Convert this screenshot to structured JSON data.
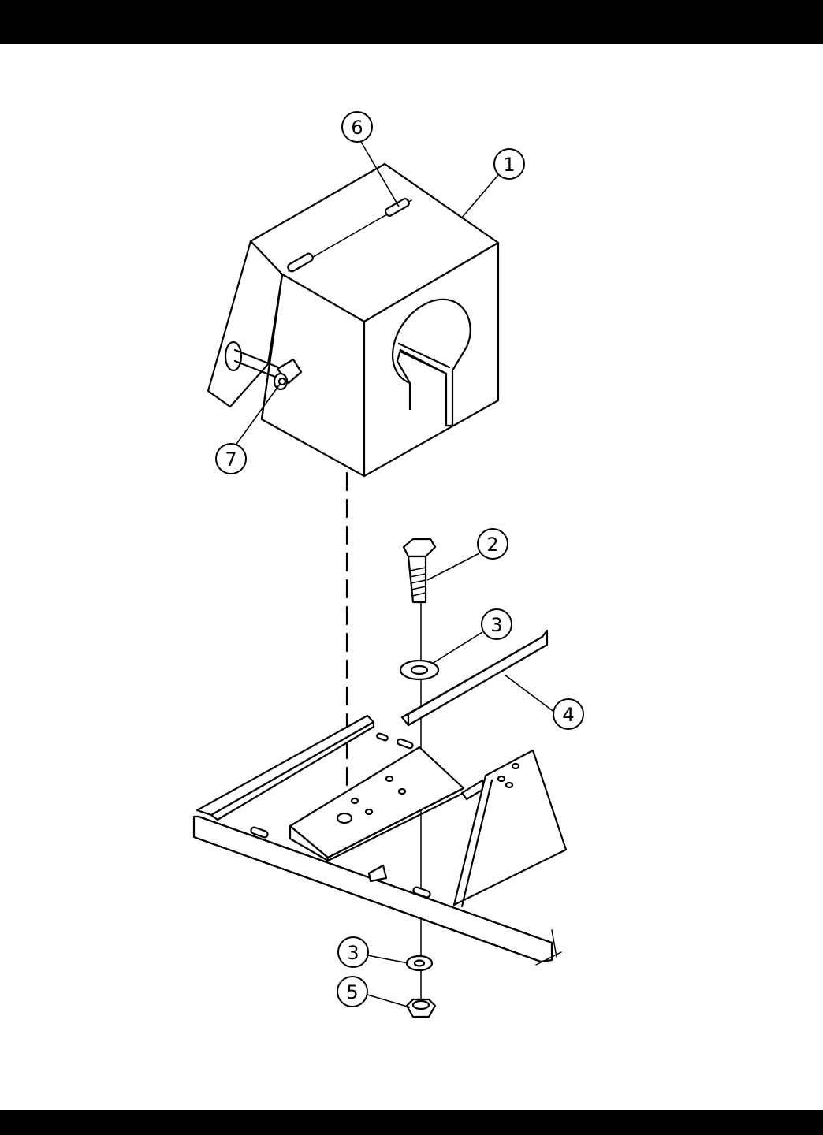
{
  "callouts": [
    {
      "id": "c6",
      "label": "6"
    },
    {
      "id": "c1",
      "label": "1"
    },
    {
      "id": "c7",
      "label": "7"
    },
    {
      "id": "c2",
      "label": "2"
    },
    {
      "id": "c3a",
      "label": "3"
    },
    {
      "id": "c4",
      "label": "4"
    },
    {
      "id": "c3b",
      "label": "3"
    },
    {
      "id": "c5",
      "label": "5"
    }
  ],
  "colors": {
    "ink": "#000000",
    "paper": "#ffffff",
    "border_bars": "#000000"
  }
}
